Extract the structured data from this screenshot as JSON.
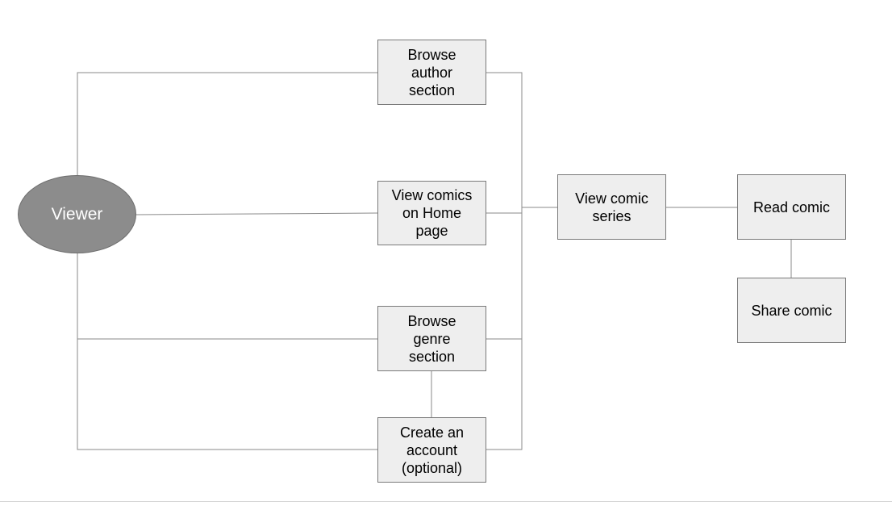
{
  "diagram": {
    "actor": {
      "label": "Viewer",
      "color": "#8c8c8c"
    },
    "nodes": {
      "browse_author": "Browse\nauthor\nsection",
      "view_home": "View comics\non Home\npage",
      "browse_genre": "Browse\ngenre\nsection",
      "create_account": "Create an\naccount\n(optional)",
      "view_series": "View comic\nseries",
      "read_comic": "Read comic",
      "share_comic": "Share comic"
    },
    "node_fill": "#eeeeee",
    "line_color": "#8a8a8a"
  }
}
